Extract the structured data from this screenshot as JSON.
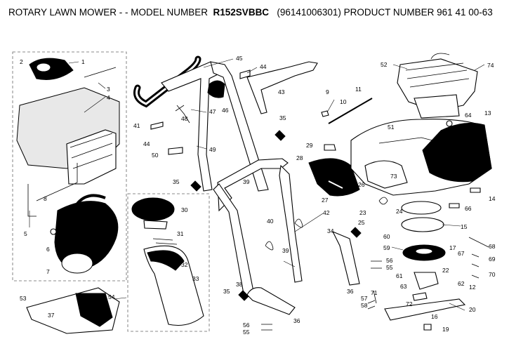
{
  "title": {
    "prefix": "ROTARY LAWN MOWER - - MODEL NUMBER",
    "model": "R152SVBBC",
    "suffix": "(96141006301) PRODUCT NUMBER 961 41 00-63"
  },
  "labels": [
    "1",
    "2",
    "3",
    "4",
    "5",
    "6",
    "7",
    "8",
    "53",
    "54",
    "37",
    "30",
    "31",
    "32",
    "33",
    "41",
    "44",
    "50",
    "35",
    "45",
    "47",
    "46",
    "48",
    "49",
    "44",
    "35",
    "39",
    "40",
    "42",
    "39",
    "38",
    "36",
    "35",
    "56",
    "55",
    "36",
    "43",
    "9",
    "10",
    "11",
    "29",
    "28",
    "27",
    "26",
    "23",
    "25",
    "34",
    "24",
    "52",
    "74",
    "64",
    "13",
    "51",
    "73",
    "66",
    "14",
    "15",
    "60",
    "59",
    "61",
    "63",
    "62",
    "57",
    "58",
    "71",
    "72",
    "16",
    "20",
    "19",
    "67",
    "68",
    "69",
    "70",
    "56",
    "55",
    "22",
    "12",
    "17"
  ]
}
